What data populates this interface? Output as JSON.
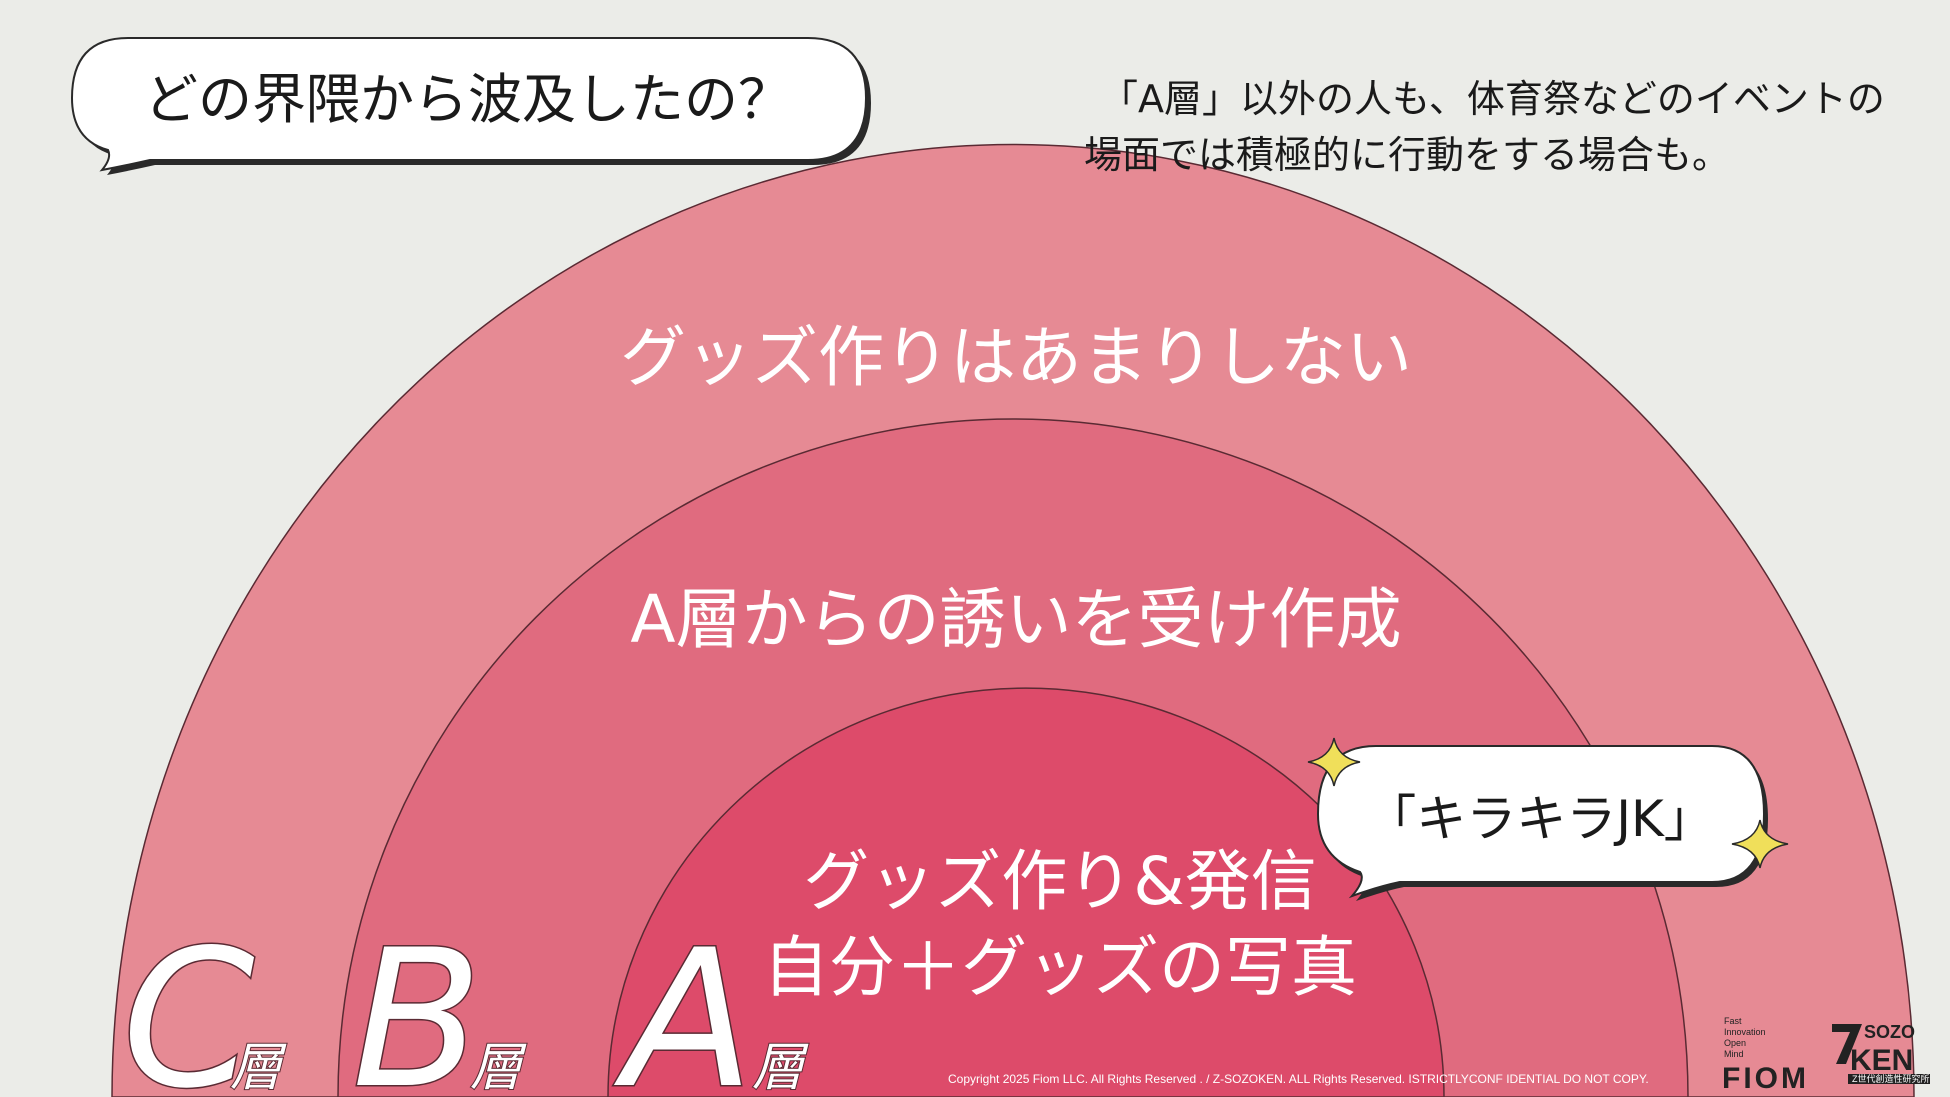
{
  "question_bubble": {
    "text": "どの界隈から波及したの？"
  },
  "note": {
    "line1": "「A層」以外の人も、体育祭などのイベントの",
    "line2": "場面では積極的に行動をする場合も。"
  },
  "layers": {
    "c": {
      "description": "グッズ作りはあまりしない",
      "label_main": "C",
      "label_sub": "層",
      "color": "#e68a94"
    },
    "b": {
      "description": "A層からの誘いを受け作成",
      "label_main": "B",
      "label_sub": "層",
      "color": "#e06b7f"
    },
    "a": {
      "description_line1": "グッズ作り&発信",
      "description_line2": "自分＋グッズの写真",
      "label_main": "A",
      "label_sub": "層",
      "color": "#dd4b6a"
    }
  },
  "kira_bubble": {
    "text": "「キラキラJK」",
    "sparkle_color": "#f0df5a"
  },
  "footer": {
    "copyright": "Copyright 2025 Fiom LLC. All Rights Reserved . / Z-SOZOKEN. ALL Rights Reserved. ISTRICTLYCONF IDENTIAL DO NOT COPY.",
    "fiom_lines": [
      "Fast",
      "Innovation",
      "Open",
      "Mind"
    ],
    "fiom_name": "FIOM",
    "zsozoken_top": "SOZO",
    "zsozoken_bottom": "KEN",
    "zsozoken_tag": "Z世代創造性研究所"
  }
}
